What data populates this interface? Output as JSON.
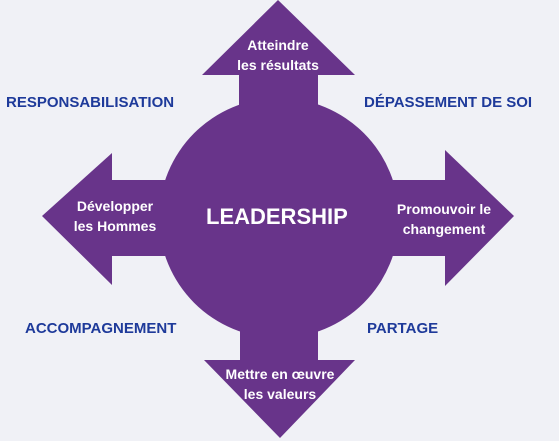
{
  "colors": {
    "shape": "#68348a",
    "label": "#1e3a9a",
    "background": "#f0f1f6",
    "text_on_shape": "#ffffff"
  },
  "center": {
    "label": "LEADERSHIP"
  },
  "arrows": {
    "up": {
      "line1": "Atteindre",
      "line2": "les résultats"
    },
    "left": {
      "line1": "Développer",
      "line2": "les Hommes"
    },
    "right": {
      "line1": "Promouvoir le",
      "line2": "changement"
    },
    "down": {
      "line1": "Mettre en œuvre",
      "line2": "les valeurs"
    }
  },
  "corners": {
    "top_left": "RESPONSABILISATION",
    "top_right": "DÉPASSEMENT DE SOI",
    "bottom_left": "ACCOMPAGNEMENT",
    "bottom_right": "PARTAGE"
  }
}
